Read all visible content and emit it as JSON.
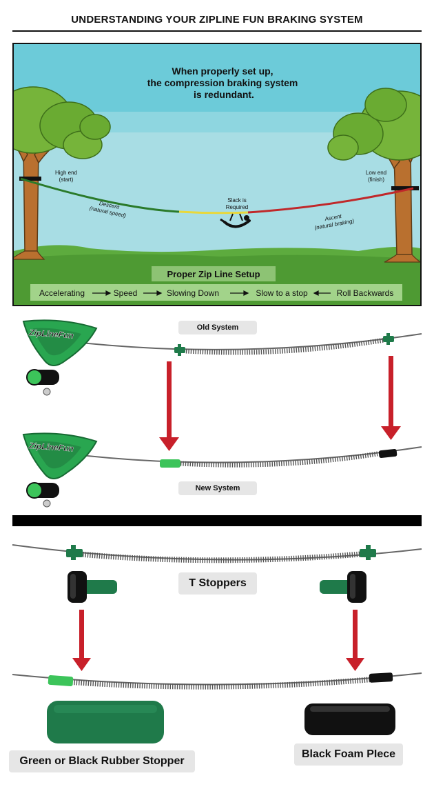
{
  "title": "UNDERSTANDING YOUR ZIPLINE FUN BRAKING SYSTEM",
  "scene": {
    "headline": [
      "When properly set up,",
      "the compression braking system",
      "is redundant."
    ],
    "high_end": [
      "High end",
      "(start)"
    ],
    "low_end": [
      "Low end",
      "(finish)"
    ],
    "descent": [
      "Descent",
      "(natural speed)"
    ],
    "ascent": [
      "Ascent",
      "(natural braking)"
    ],
    "slack": [
      "Slack is",
      "Required"
    ],
    "setup_title": "Proper Zip Line Setup",
    "stages": [
      "Accelerating",
      "Speed",
      "Slowing Down",
      "Slow to a stop",
      "Roll Backwards"
    ],
    "colors": {
      "sky": "#6ccbd9",
      "haze": "#a8dde4",
      "grass": "#5dab3e",
      "trunk": "#b9702f",
      "leaf": "#76b43a",
      "descent": "#2a7a2a",
      "slack": "#e9d83a",
      "ascent": "#c0282a"
    }
  },
  "trolley_brand": "ZipLineFun",
  "labels": {
    "old_system": "Old System",
    "new_system": "New System",
    "t_stoppers": "T Stoppers",
    "green_stopper": "Green or Black Rubber Stopper",
    "foam_piece": "Black Foam PIece"
  },
  "colors": {
    "arrow": "#c8202a",
    "stopper_green": "#1f7a4a",
    "trolley_green": "#29a650",
    "bright_green": "#3cc45a"
  }
}
